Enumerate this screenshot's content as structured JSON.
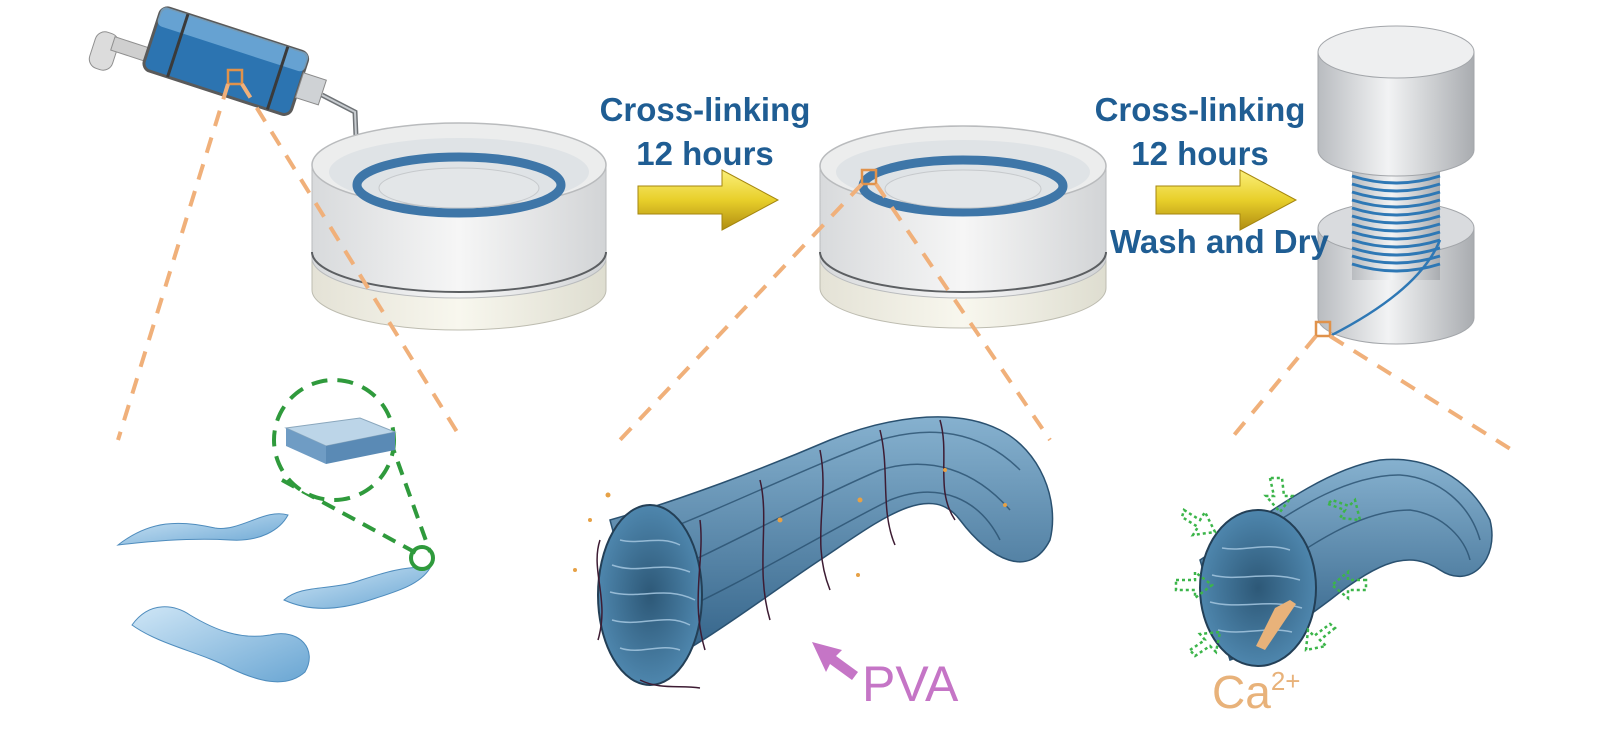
{
  "steps": [
    {
      "line1": "Cross-linking",
      "line2": "12 hours"
    },
    {
      "line1": "Cross-linking",
      "line2": "12 hours",
      "line3": "Wash and Dry"
    }
  ],
  "labels": {
    "pva": "PVA",
    "ca_base": "Ca",
    "ca_charge": "2+"
  },
  "colors": {
    "step_text": "#1f5d93",
    "arrow": "#e8cf2a",
    "zoom_lines": "#f0b07a",
    "inset_circle": "#2f9a3c",
    "fiber": "#4c7ea3",
    "pva": "#c575c6",
    "ca": "#e8b27a"
  },
  "icons": [
    "syringe-icon",
    "petri-dish-icon",
    "spool-icon",
    "hydrogel-flake-icon",
    "fiber-bundle-icon",
    "right-arrow-icon"
  ]
}
